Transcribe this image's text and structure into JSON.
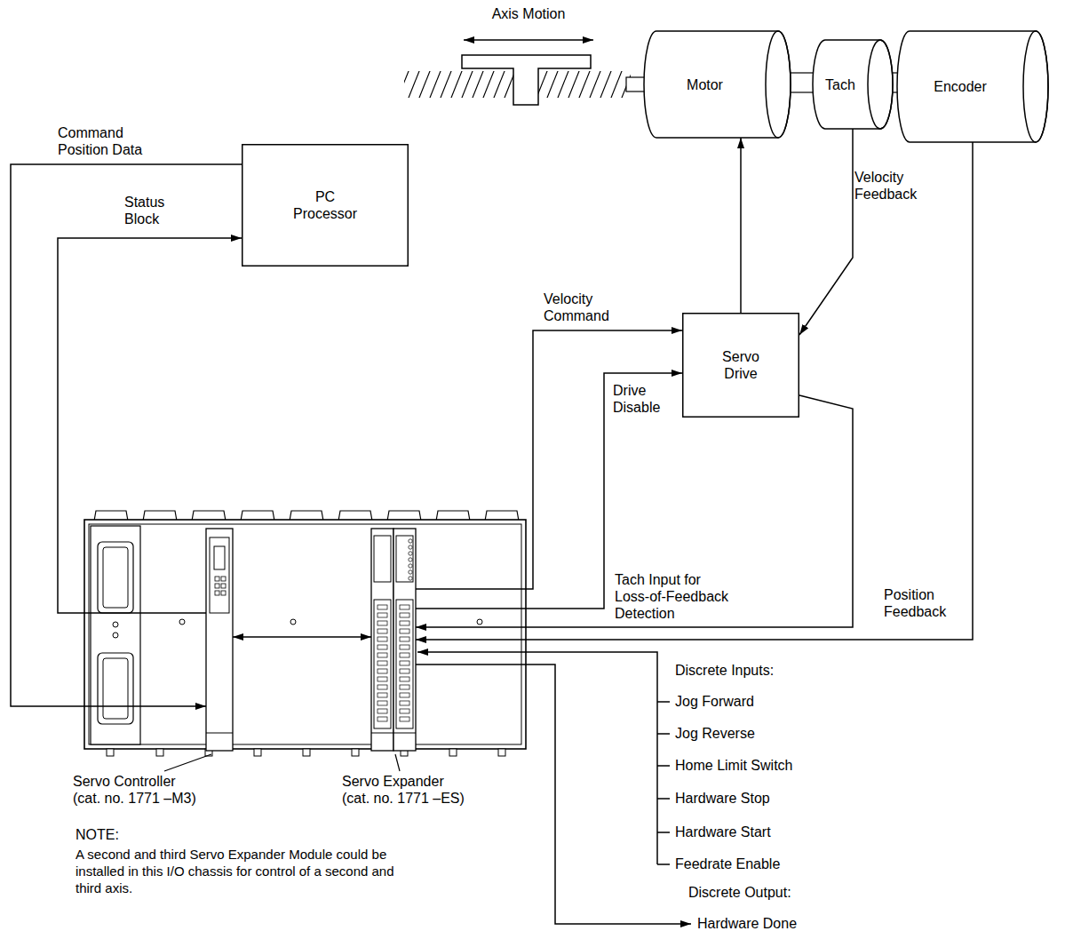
{
  "diagram": {
    "nodes": [
      {
        "text": [
          "Motor"
        ]
      },
      {
        "text": [
          "Tach"
        ]
      },
      {
        "text": [
          "Encoder"
        ]
      },
      {
        "text": [
          "PC Processor"
        ]
      },
      {
        "text": [
          "Servo Drive"
        ]
      },
      {
        "text": [
          "Servo Controller (cat. no. 1771 –M3)"
        ]
      },
      {
        "text": [
          "Servo Expander (cat. no. 1771 –ES)"
        ]
      }
    ],
    "edges": [
      {
        "from": 3,
        "to": 5,
        "label": "Command Position Data",
        "arrow": "to"
      },
      {
        "from": 5,
        "to": 3,
        "label": "Status Block",
        "arrow": "to"
      },
      {
        "from": 6,
        "to": 4,
        "label": "Velocity Command",
        "arrow": "to"
      },
      {
        "from": 6,
        "to": 4,
        "label": "Drive Disable",
        "arrow": "to"
      },
      {
        "from": 1,
        "to": 4,
        "label": "Velocity Feedback",
        "arrow": "to"
      },
      {
        "from": 4,
        "to": 0,
        "arrow": "to"
      },
      {
        "from": 4,
        "to": 6,
        "label": "Tach Input for Loss-of-Feedback Detection",
        "arrow": "to"
      },
      {
        "from": 2,
        "to": 6,
        "label": "Position Feedback",
        "arrow": "to"
      },
      {
        "from": 5,
        "to": 6,
        "arrow": "both"
      }
    ],
    "labels": [
      "Axis Motion",
      "Discrete Inputs:",
      "Jog Forward",
      "Jog Reverse",
      "Home Limit Switch",
      "Hardware Stop",
      "Hardware Start",
      "Feedrate Enable",
      "Discrete Output:",
      "Hardware Done",
      "NOTE:",
      "A second and third Servo Expander Module could be installed in this I/O chassis for control of a second and third axis."
    ]
  }
}
